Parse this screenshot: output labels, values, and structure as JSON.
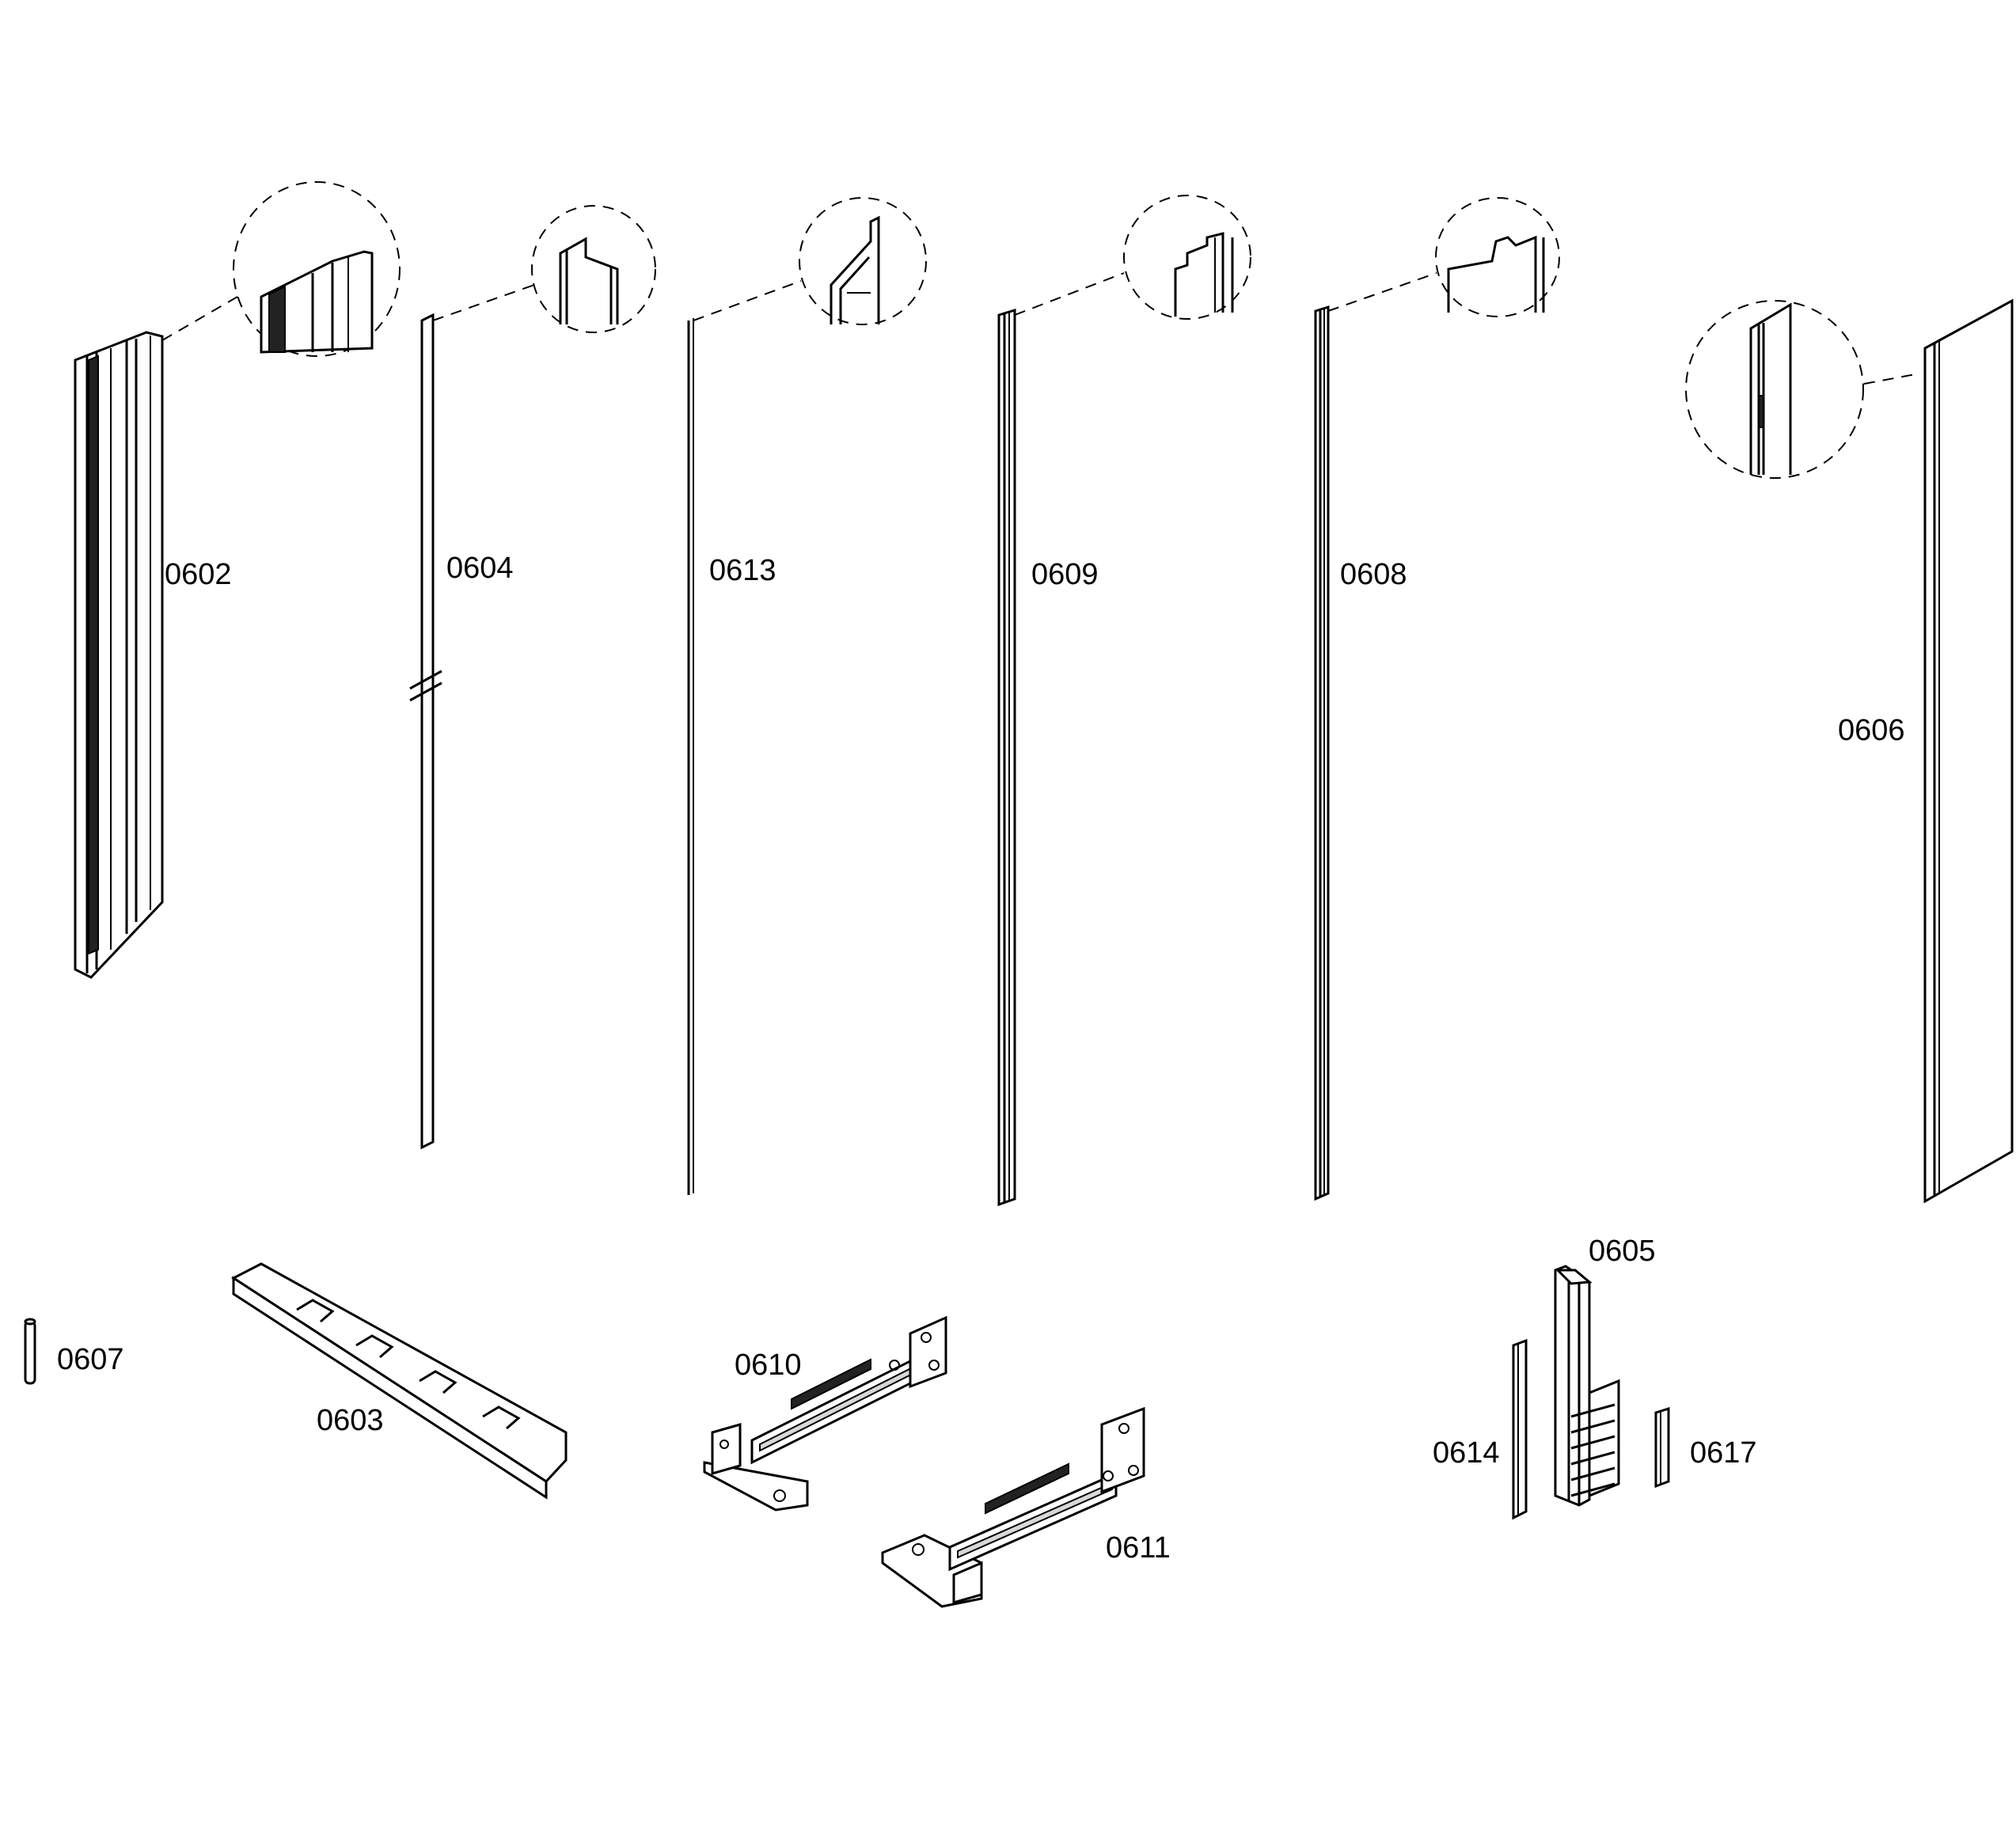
{
  "parts": {
    "p0602": "0602",
    "p0604": "0604",
    "p0613": "0613",
    "p0609": "0609",
    "p0608": "0608",
    "p0606": "0606",
    "p0607": "0607",
    "p0603": "0603",
    "p0610": "0610",
    "p0611": "0611",
    "p0605": "0605",
    "p0614": "0614",
    "p0617": "0617"
  }
}
